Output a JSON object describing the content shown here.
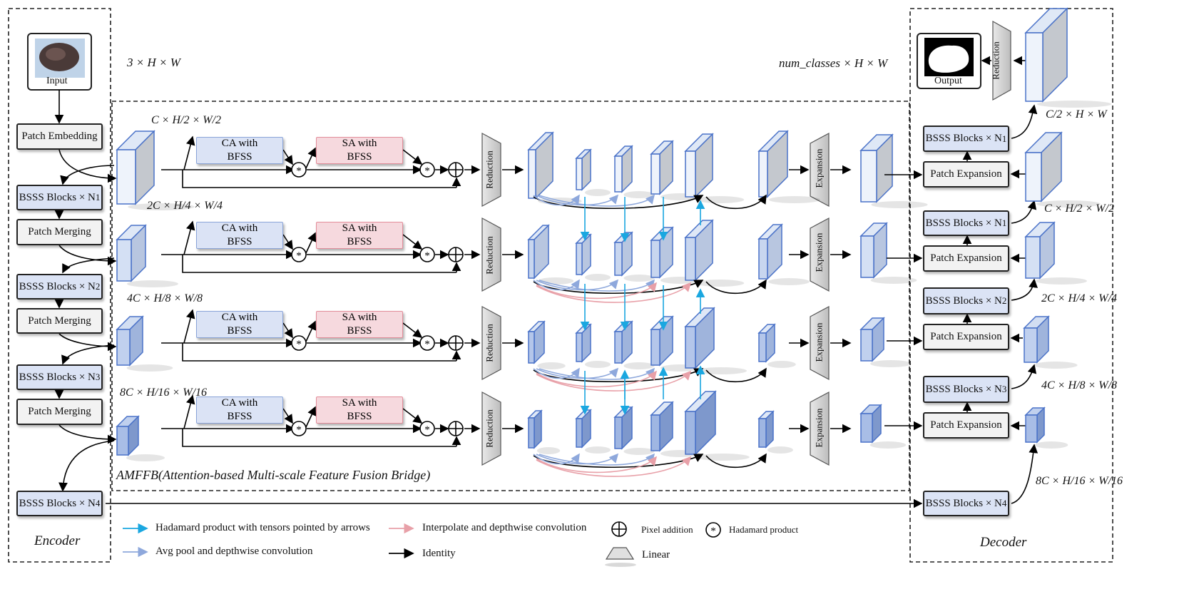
{
  "encoder": {
    "input_label": "Input",
    "patch_embedding": "Patch Embedding",
    "bsss1": "BSSS Blocks × N",
    "bsss1_sub": "1",
    "merge1": "Patch Merging",
    "bsss2": "BSSS Blocks × N",
    "bsss2_sub": "2",
    "merge2": "Patch Merging",
    "bsss3": "BSSS Blocks × N",
    "bsss3_sub": "3",
    "merge3": "Patch Merging",
    "bsss4": "BSSS Blocks × N",
    "bsss4_sub": "4",
    "title": "Encoder"
  },
  "decoder": {
    "output_label": "Output",
    "reduction": "Reduction",
    "bsss1": "BSSS Blocks × N",
    "bsss1_sub": "1",
    "expand1": "Patch Expansion",
    "bsss1b": "BSSS Blocks × N",
    "bsss1b_sub": "1",
    "expand2": "Patch Expansion",
    "bsss2": "BSSS Blocks × N",
    "bsss2_sub": "2",
    "expand3": "Patch Expansion",
    "bsss3": "BSSS Blocks × N",
    "bsss3_sub": "3",
    "expand4": "Patch Expansion",
    "bsss4": "BSSS Blocks × N",
    "bsss4_sub": "4",
    "title": "Decoder"
  },
  "dims": {
    "input": "3 × H × W",
    "output": "num_classes × H × W",
    "row1": "C × H/2 × W/2",
    "row2": "2C × H/4 × W/4",
    "row3": "4C × H/8 × W/8",
    "row4": "8C × H/16 × W/16",
    "dec1": "C/2 × H × W",
    "dec2": "C × H/2 × W/2",
    "dec3": "2C × H/4 × W/4",
    "dec4": "4C × H/8 × W/8",
    "dec5": "8C × H/16 × W/16"
  },
  "bridge": {
    "title": "AMFFB(Attention-based Multi-scale Feature Fusion Bridge)",
    "ca_label": "CA with\nBFSS",
    "sa_label": "SA with\nBFSS",
    "reduction": "Reduction",
    "expansion": "Expansion"
  },
  "legend": {
    "hadamard_arrows": "Hadamard product with tensors pointed by arrows",
    "avgpool": "Avg pool and depthwise convolution",
    "interp": "Interpolate and depthwise convolution",
    "identity": "Identity",
    "pixel_add": "Pixel addition",
    "hadamard": "Hadamard product",
    "linear": "Linear"
  },
  "colors": {
    "cyan_arrow": "#1aa7e0",
    "blue_arrow": "#8ea8dc",
    "pink_arrow": "#e8a0a8",
    "ca_fill": "#dbe3f5",
    "sa_fill": "#f6d9de"
  }
}
